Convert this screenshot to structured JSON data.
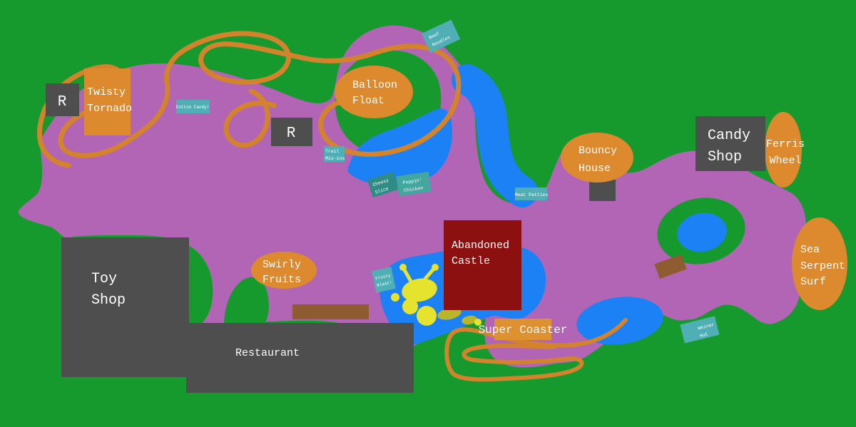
{
  "map": {
    "kind": "amusement-park-map"
  },
  "attractions": {
    "twisty_tornado": {
      "line1": "Twisty",
      "line2": "Tornado"
    },
    "balloon_float": {
      "line1": "Balloon",
      "line2": "Float"
    },
    "bouncy_house": {
      "line1": "Bouncy",
      "line2": "House"
    },
    "ferris_wheel": {
      "line1": "Ferris",
      "line2": "Wheel"
    },
    "sea_serpent_surf": {
      "line1": "Sea",
      "line2": "Serpent",
      "line3": "Surf"
    },
    "abandoned_castle": {
      "line1": "Abandoned",
      "line2": "Castle"
    },
    "super_coaster": {
      "label": "Super Coaster"
    },
    "swirly_fruits": {
      "line1": "Swirly",
      "line2": "Fruits"
    }
  },
  "buildings": {
    "candy_shop": {
      "line1": "Candy",
      "line2": "Shop"
    },
    "toy_shop": {
      "line1": "Toy",
      "line2": "Shop"
    },
    "restaurant": {
      "label": "Restaurant"
    },
    "restroom_west": {
      "label": "R"
    },
    "restroom_mid": {
      "label": "R"
    }
  },
  "food_stands": {
    "cotton_candy": {
      "label": "Cotton Candy!"
    },
    "beef_noodles": {
      "line1": "Beef",
      "line2": "Noodles"
    },
    "trail_mixins": {
      "line1": "Trail",
      "line2": "Mix-ins"
    },
    "cheesy_slice": {
      "line1": "Cheesy",
      "line2": "Slice"
    },
    "poppin_chicken": {
      "line1": "Poppin'",
      "line2": "Chicken"
    },
    "meat_patties": {
      "label": "Meat Patties"
    },
    "fruity_blast": {
      "line1": "Fruity",
      "line2": "Blast!"
    },
    "weiner_hut": {
      "line1": "Weiner",
      "line2": "Hut"
    }
  },
  "colors": {
    "park_green": "#169A2D",
    "path_purple": "#B365B5",
    "water_blue": "#1B81F4",
    "ride_orange": "#DD8A2E",
    "coaster_label_orange": "#DD9130",
    "track_orange": "#D2832B",
    "building_gray": "#4E4E4E",
    "castle_red": "#8C1010",
    "stand_teal": "#50AFB4",
    "stand_teal_dark": "#2F8C84",
    "stand_teal_mid": "#43A79F",
    "bench_brown": "#8E5C30",
    "creature_yellow": "#E6E32F",
    "creature_olive": "#BAB62A",
    "label_white": "#FFFFFF"
  }
}
